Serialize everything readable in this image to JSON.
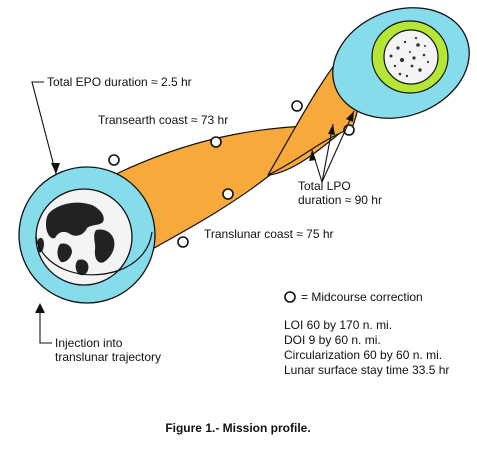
{
  "labels": {
    "epo": "Total EPO duration ≈ 2.5 hr",
    "transearth": "Transearth coast ≈ 73 hr",
    "translunar": "Translunar coast ≈ 75 hr",
    "lpo_line1": "Total LPO",
    "lpo_line2": "duration ≈ 90 hr",
    "injection_line1": "Injection into",
    "injection_line2": "translunar trajectory"
  },
  "legend": {
    "midcourse": "= Midcourse correction",
    "symbol": "midcourse-marker-icon"
  },
  "parameters": [
    "LOI 60 by 170 n. mi.",
    "DOI 9 by 60 n. mi.",
    "Circularization 60 by 60 n. mi.",
    "Lunar surface stay time 33.5 hr"
  ],
  "caption": "Figure 1.- Mission profile.",
  "colors": {
    "trajectory": "#f7a93b",
    "orbit_ring": "#86dceb",
    "lunar_inner_ring": "#b5e636",
    "earth_fill": "#f4f4f4",
    "moon_fill": "#f4f4f4",
    "outline": "#111111"
  }
}
